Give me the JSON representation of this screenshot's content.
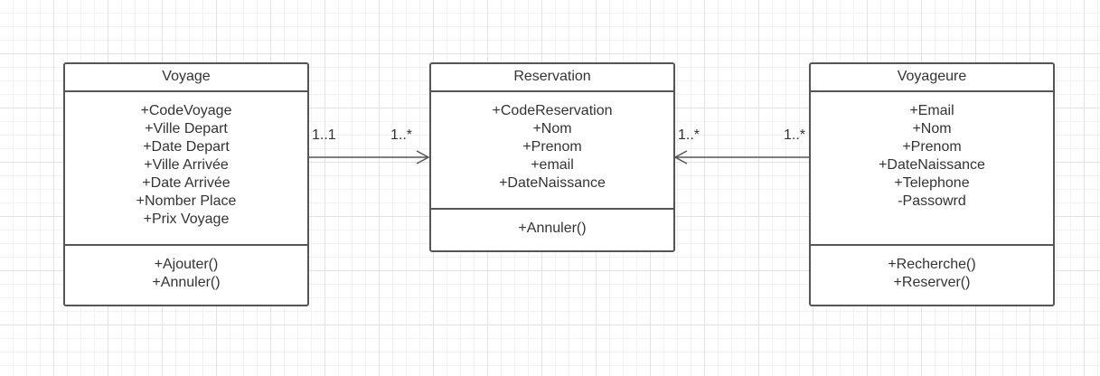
{
  "classes": {
    "voyage": {
      "name": "Voyage",
      "attributes": [
        "+CodeVoyage",
        "+Ville Depart",
        "+Date Depart",
        "+Ville Arrivée",
        "+Date Arrivée",
        "+Nomber Place",
        "+Prix Voyage"
      ],
      "operations": [
        "+Ajouter()",
        "+Annuler()"
      ]
    },
    "reservation": {
      "name": "Reservation",
      "attributes": [
        "+CodeReservation",
        "+Nom",
        "+Prenom",
        "+email",
        "+DateNaissance"
      ],
      "operations": [
        "+Annuler()"
      ]
    },
    "voyageure": {
      "name": "Voyageure",
      "attributes": [
        "+Email",
        "+Nom",
        "+Prenom",
        "+DateNaissance",
        "+Telephone",
        "-Passowrd"
      ],
      "operations": [
        "+Recherche()",
        "+Reserver()"
      ]
    }
  },
  "associations": [
    {
      "from": "Voyage",
      "to": "Reservation",
      "source_multiplicity": "1..1",
      "target_multiplicity": "1..*",
      "arrow": "open"
    },
    {
      "from": "Voyageure",
      "to": "Reservation",
      "source_multiplicity": "1..*",
      "target_multiplicity": "1..*",
      "arrow": "open"
    }
  ],
  "colors": {
    "border": "#555555",
    "text": "#333333",
    "grid": "#e2e2e2"
  }
}
